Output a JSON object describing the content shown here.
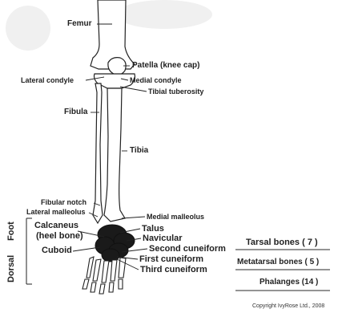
{
  "labels": {
    "femur": "Femur",
    "patella": "Patella (knee cap)",
    "lateral_condyle": "Lateral condyle",
    "medial_condyle": "Medial condyle",
    "tibial_tuberosity": "Tibial tuberosity",
    "fibula": "Fibula",
    "tibia": "Tibia",
    "fibular_notch": "Fibular notch",
    "lateral_malleolus": "Lateral malleolus",
    "medial_malleolus": "Medial malleolus",
    "calcaneus": "Calcaneus",
    "heel_bone": "(heel bone)",
    "talus": "Talus",
    "navicular": "Navicular",
    "cuboid": "Cuboid",
    "second_cuneiform": "Second cuneiform",
    "first_cuneiform": "First cuneiform",
    "third_cuneiform": "Third cuneiform",
    "side_dorsal": "Dorsal",
    "side_foot": "Foot"
  },
  "legend": {
    "tarsal": "Tarsal bones  ( 7 )",
    "metatarsal": "Metatarsal bones  ( 5 )",
    "phalanges": "Phalanges  (14 )"
  },
  "copyright": "Copyright IvyRose Ltd., 2008",
  "colors": {
    "bone_fill": "#ffffff",
    "bone_stroke": "#222222",
    "tarsal_fill": "#1a1a1a",
    "watermark": "#eeeeee"
  }
}
